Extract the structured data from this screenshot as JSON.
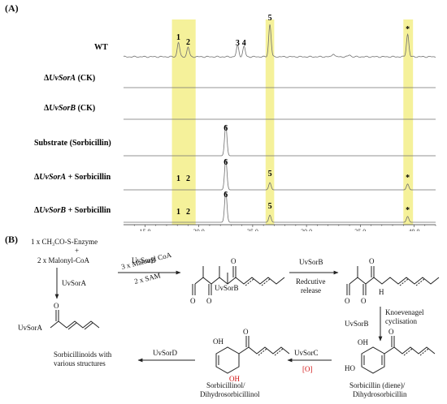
{
  "panel_a": {
    "label": "(A)",
    "traces": [
      {
        "label": "WT",
        "style": "bold"
      },
      {
        "prefix": "Δ",
        "gene": "UvSorA",
        "suffix": " (CK)",
        "style": "bold"
      },
      {
        "prefix": "Δ",
        "gene": "UvSorB",
        "suffix": " (CK)",
        "style": "bold"
      },
      {
        "prefix": "",
        "gene": "",
        "suffix": "Substrate (Sorbicillin)",
        "style": "bold"
      },
      {
        "prefix": "Δ",
        "gene": "UvSorA",
        "suffix": " + Sorbicillin",
        "style": "bold"
      },
      {
        "prefix": "Δ",
        "gene": "UvSorB",
        "suffix": " + Sorbicillin",
        "style": "bold"
      }
    ],
    "peak_labels": {
      "wt": [
        "1",
        "2",
        "3",
        "4",
        "5",
        "*"
      ],
      "substrate": [
        "6"
      ],
      "a_sorb": [
        "1",
        "2",
        "6",
        "5",
        "*"
      ],
      "b_sorb": [
        "1",
        "2",
        "6",
        "5",
        "*"
      ]
    },
    "highlight_color": "#f5f19a",
    "trace_color": "#707070"
  },
  "chart_data": {
    "type": "line",
    "x_ticks": [
      "15.0",
      "20.0",
      "25.0",
      "30.0",
      "35.0",
      "40.0"
    ],
    "x_range": [
      13.0,
      42.0
    ],
    "highlight_bands": [
      [
        17.5,
        19.7
      ],
      [
        26.2,
        27.0
      ],
      [
        39.0,
        39.9
      ]
    ],
    "series": [
      {
        "peaks": [
          [
            18.1,
            0.45
          ],
          [
            19.0,
            0.3
          ],
          [
            23.6,
            0.35
          ],
          [
            24.2,
            0.32
          ],
          [
            26.6,
            1.0
          ],
          [
            32.5,
            0.1
          ],
          [
            34.0,
            0.06
          ],
          [
            39.4,
            0.7
          ]
        ]
      },
      {
        "peaks": []
      },
      {
        "peaks": []
      },
      {
        "peaks": [
          [
            22.5,
            0.95
          ]
        ]
      },
      {
        "peaks": [
          [
            22.5,
            0.95
          ],
          [
            26.6,
            0.22
          ],
          [
            39.4,
            0.18
          ]
        ]
      },
      {
        "peaks": [
          [
            22.5,
            0.95
          ],
          [
            26.6,
            0.22
          ],
          [
            39.4,
            0.18
          ]
        ]
      }
    ]
  },
  "panel_b": {
    "label": "(B)",
    "start_line1": "1 x CH₃CO-S-Enzyme",
    "start_plus": "+",
    "start_line2": "2 x Malonyl-CoA",
    "enzyme_a": "UvSorA",
    "intermediate_a": "UvSorA",
    "step1_top": "UvSorB",
    "step1_mid": "3 x Malonyl CoA",
    "step1_bot": "2 x SAM",
    "intermediate_b": "UvSorB",
    "step2_top": "UvSorB",
    "step2_bot1": "Redcutive",
    "step2_bot2": "release",
    "aldehyde_h": "H",
    "step3_enzyme": "UvSorB",
    "step3_label1": "Knoevenagel",
    "step3_label2": "cyclisation",
    "sorbicillin_oh1": "OH",
    "sorbicillin_oh2": "HO",
    "sorbicillin_name1": "Sorbicillin (diene)/",
    "sorbicillin_name2": "Dihydrosorbicillin",
    "step4_enzyme": "UvSorC",
    "step4_oxid": "[O]",
    "sorbicillinol_oh": "OH",
    "sorbicillinol_oh_red": "OH",
    "sorbicillinol_name1": "Sorbicillinol/",
    "sorbicillinol_name2": "Dihydrosorbicillinol",
    "step5_enzyme": "UvSorD",
    "final_line1": "Sorbicillinoids with",
    "final_line2": "various structures"
  }
}
